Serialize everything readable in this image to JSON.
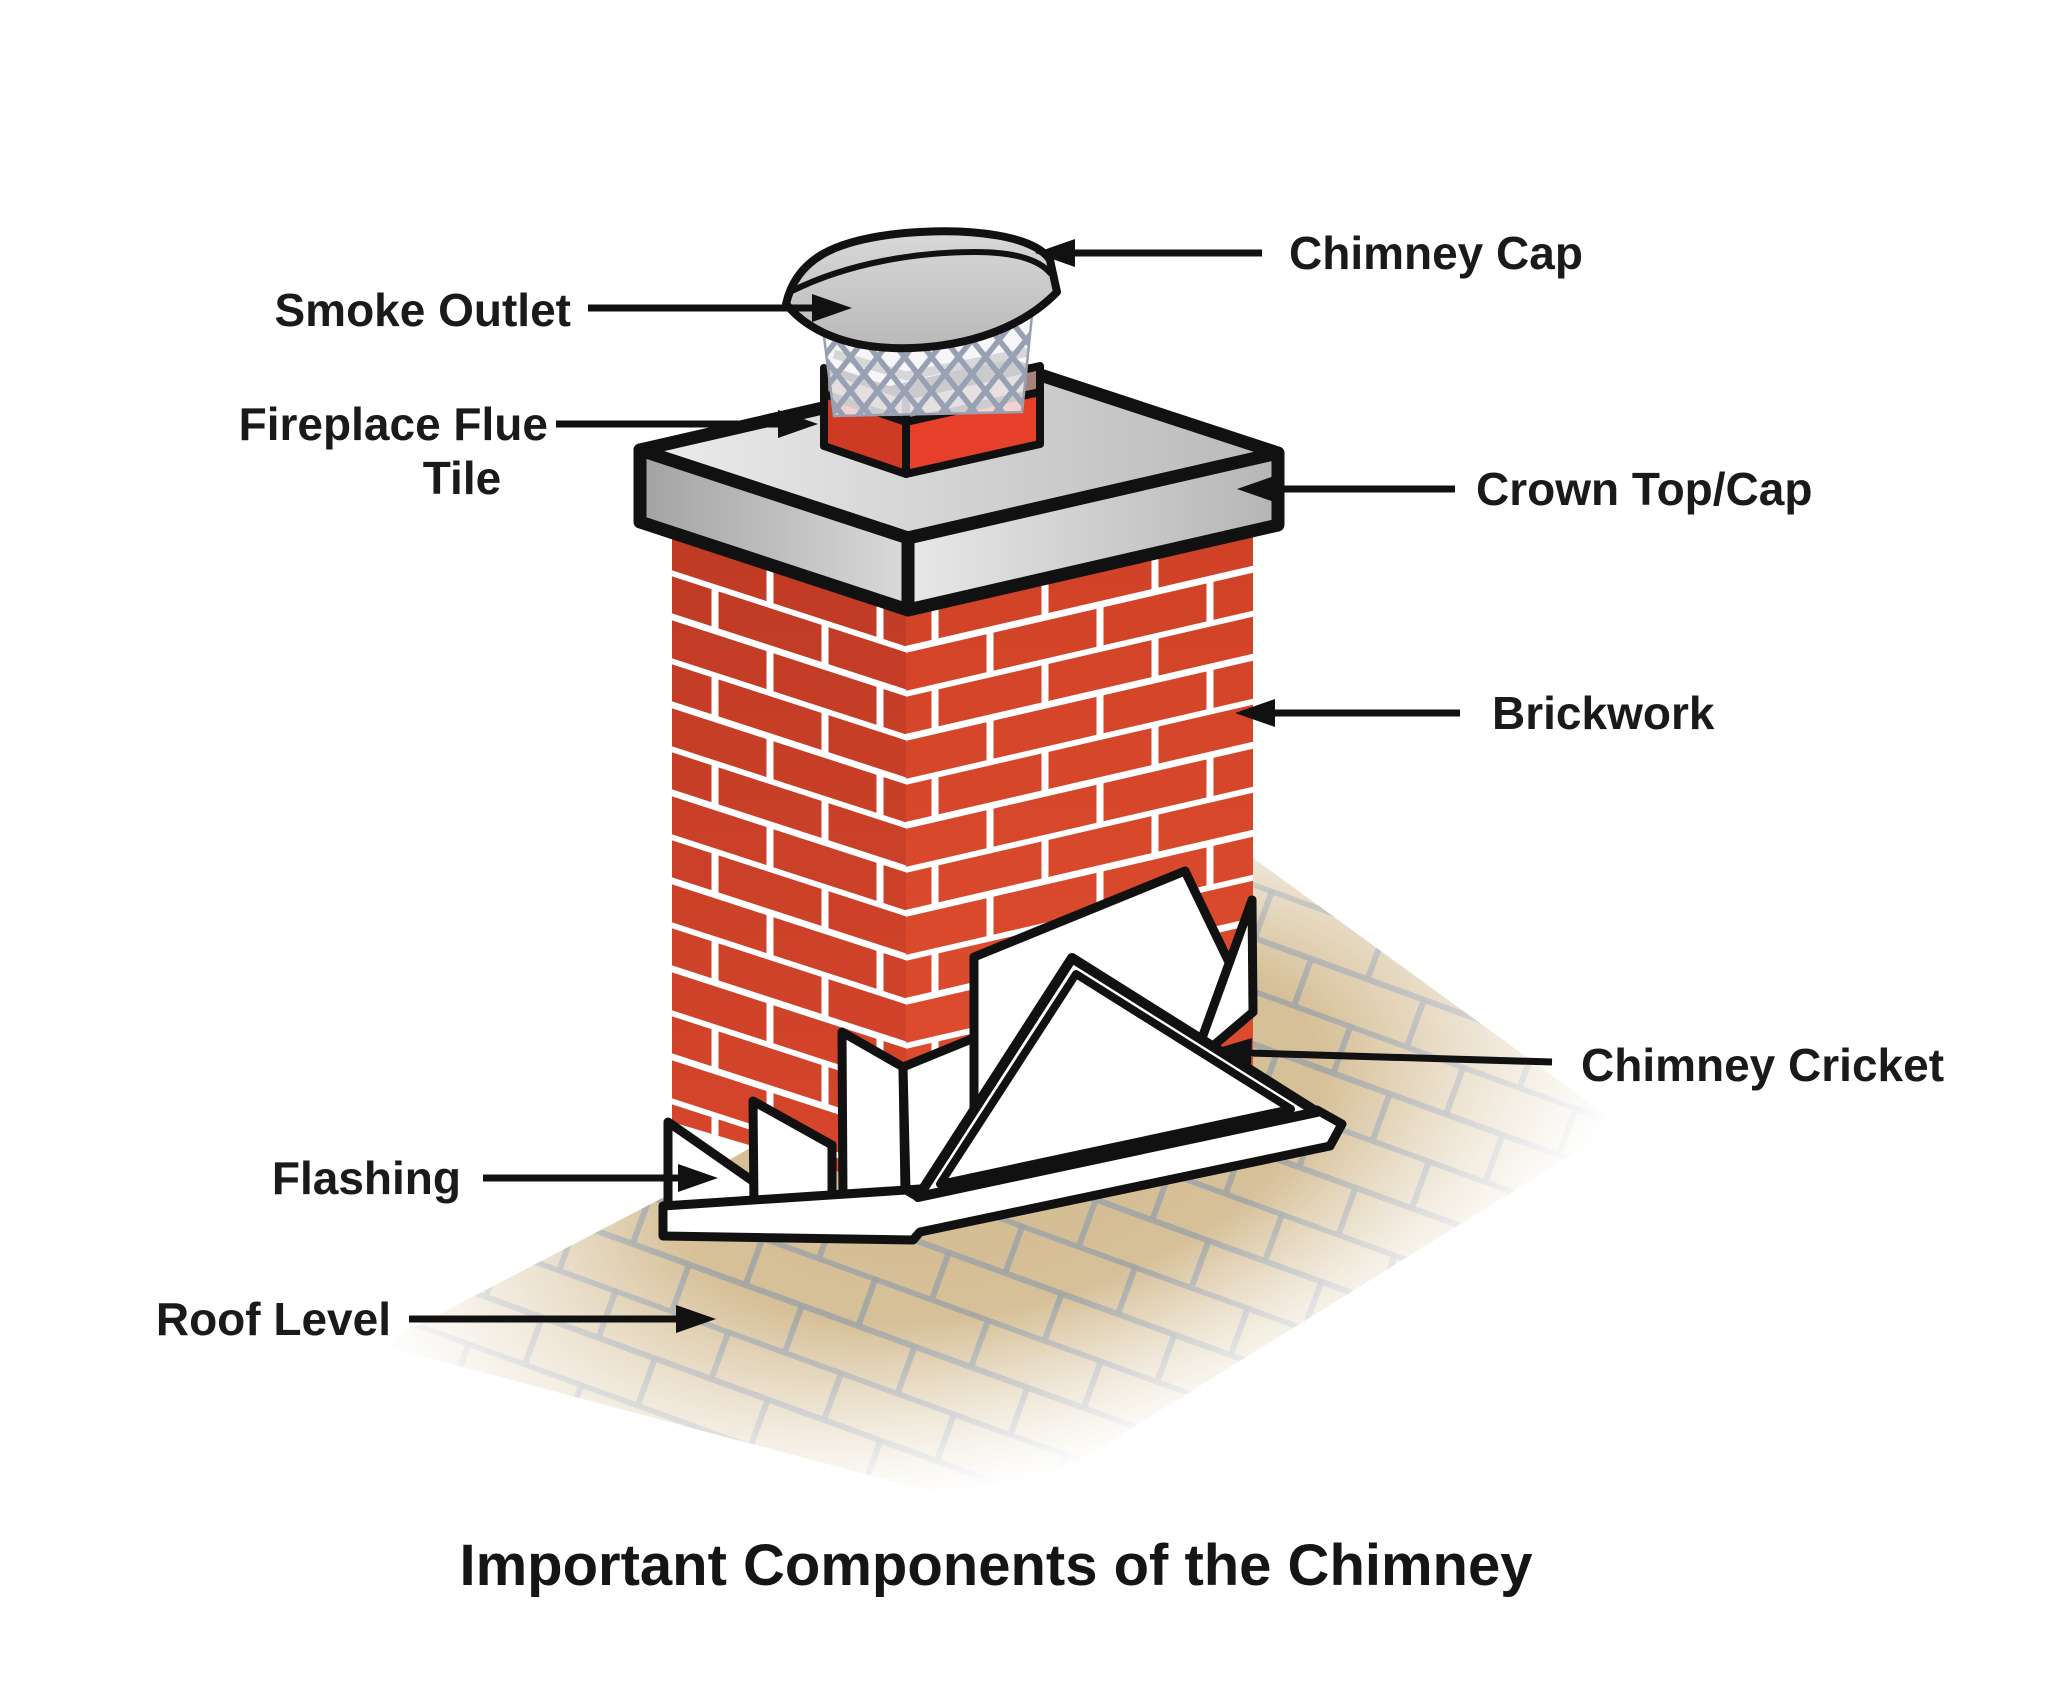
{
  "title": "Important Components of the Chimney",
  "labels": {
    "chimney_cap": "Chimney Cap",
    "smoke_outlet": "Smoke Outlet",
    "fireplace_flue_tile_line1": "Fireplace Flue",
    "fireplace_flue_tile_line2": "Tile",
    "crown_top_cap": "Crown Top/Cap",
    "brickwork": "Brickwork",
    "chimney_cricket": "Chimney Cricket",
    "flashing": "Flashing",
    "roof_level": "Roof Level"
  },
  "colors": {
    "brick_red": "#d64528",
    "brick_red_dark": "#c23822",
    "mortar_white": "#ffffff",
    "flue_tile_red": "#e6402a",
    "flue_tile_brown": "#a5837a",
    "crown_gray": "#cfcfcf",
    "cap_gray": "#c6c6c6",
    "mesh_gray": "#98a0b4",
    "roof_tan": "#d7c19a",
    "roof_mortar_gray": "#9fa3a6",
    "flashing_white": "#ffffff",
    "outline_black": "#111111",
    "label_text": "#1a1a1a"
  }
}
